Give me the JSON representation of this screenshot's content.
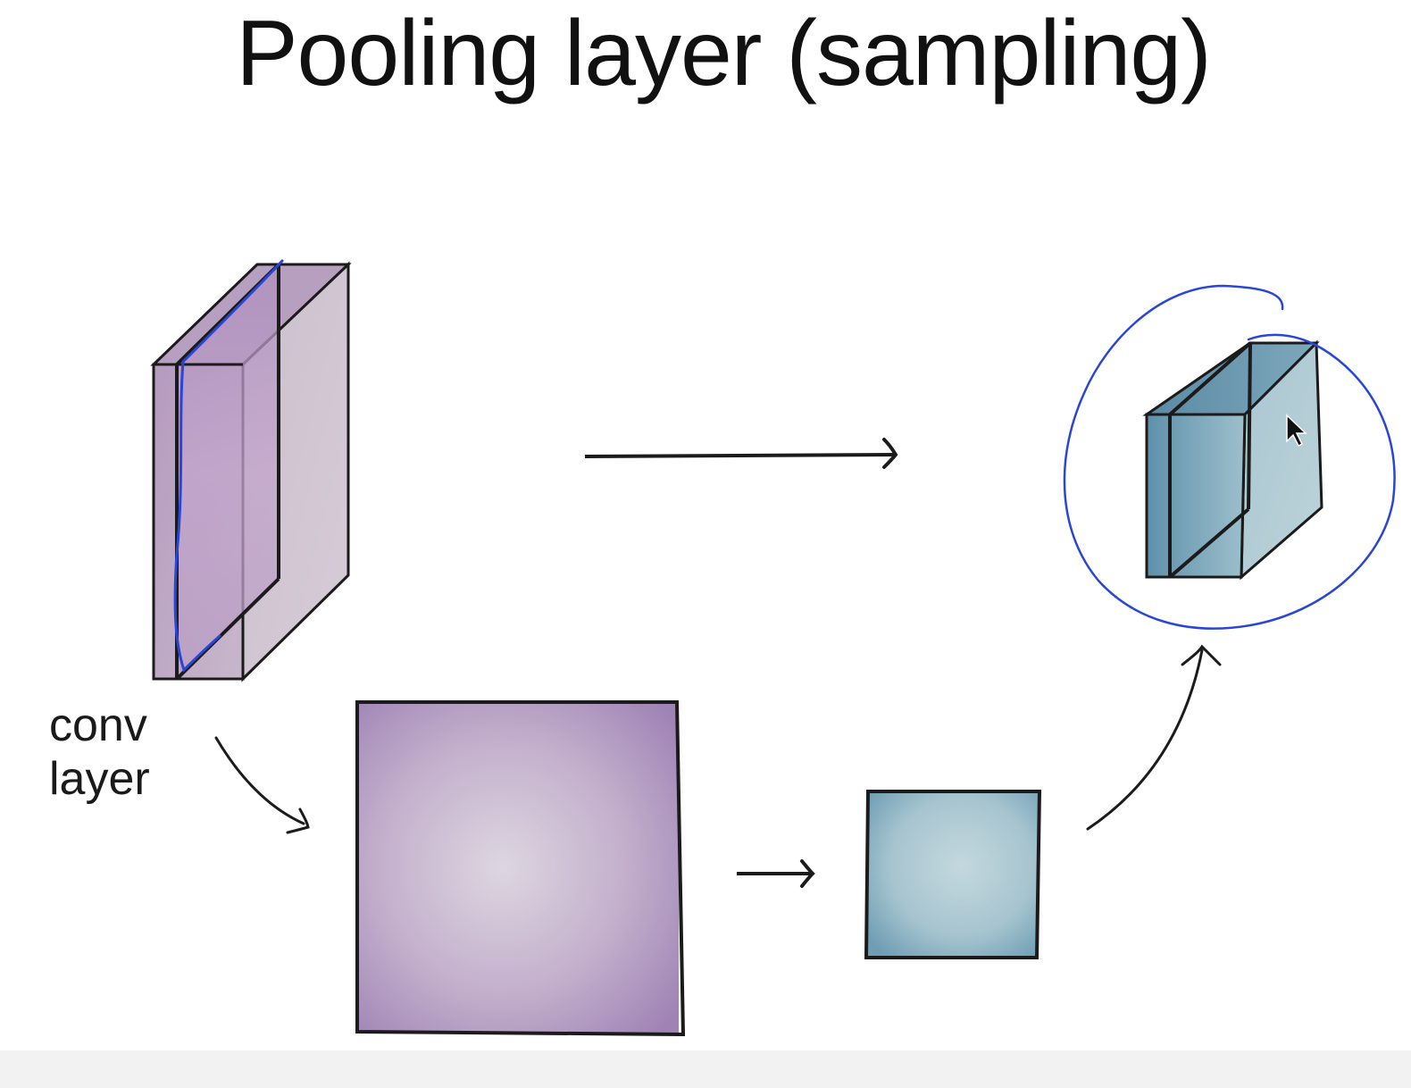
{
  "slide": {
    "title": "Pooling layer (sampling)",
    "conv_label_line1": "conv",
    "conv_label_line2": "layer"
  },
  "colors": {
    "purple_volume": "#b09ab8",
    "purple_light": "#cfc3d3",
    "purple_slice": "#a585b6",
    "purple_square_dark": "#9d7fb4",
    "purple_square_light": "#dcd5df",
    "blue_volume": "#6f9db4",
    "blue_light": "#b7cfd8",
    "blue_square": "#8fb4c4",
    "annotation_blue": "#2a46d8",
    "ink": "#1b1b1b"
  },
  "icons": {
    "cursor": "cursor-arrow-icon"
  }
}
